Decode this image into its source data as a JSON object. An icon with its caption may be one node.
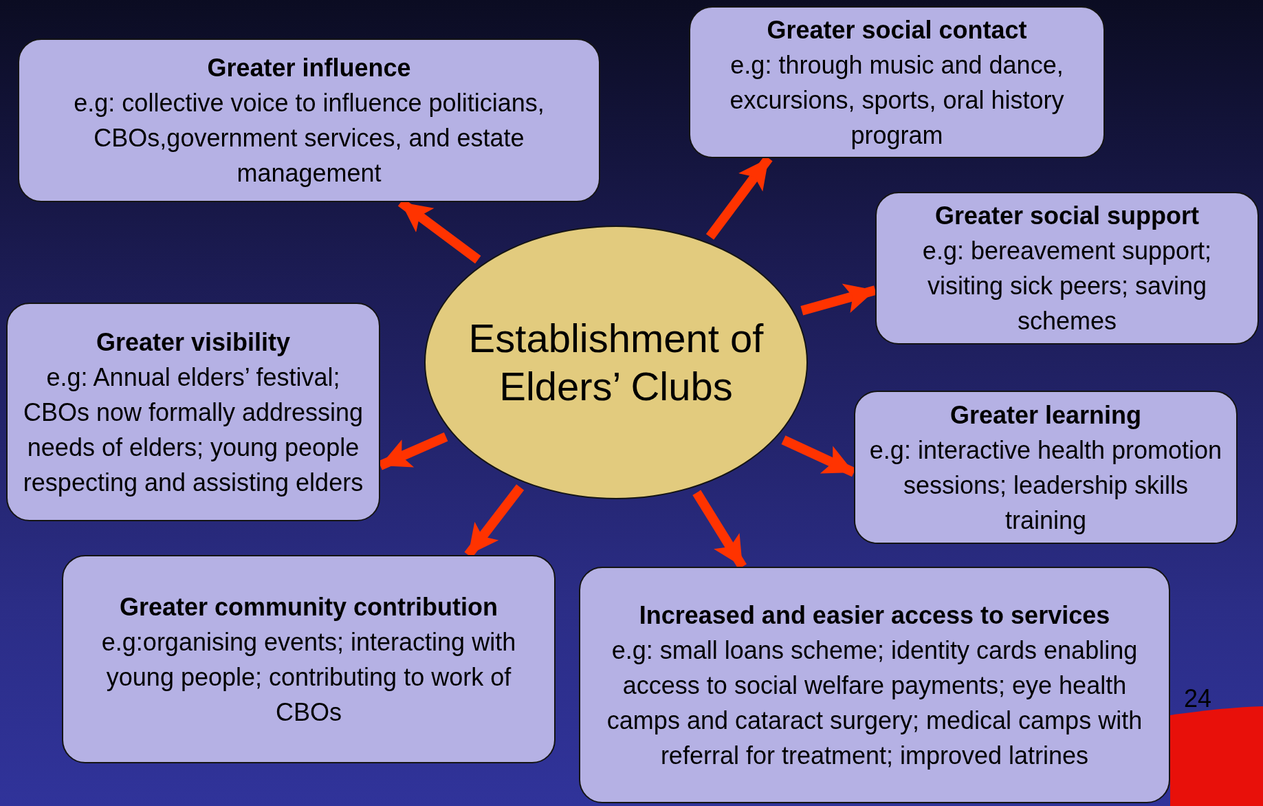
{
  "diagram": {
    "nodes": [
      {
        "text": [
          "Establishment of Elders’ Clubs"
        ]
      },
      {
        "text": [
          "Greater influence",
          "e.g: collective voice to influence politicians, CBOs,government services, and estate management"
        ]
      },
      {
        "text": [
          "Greater social contact",
          "e.g: through music and dance, excursions, sports, oral history program"
        ]
      },
      {
        "text": [
          "Greater social support",
          "e.g: bereavement support; visiting sick peers; saving schemes"
        ]
      },
      {
        "text": [
          "Greater visibility",
          "e.g: Annual elders’ festival; CBOs now formally addressing needs of elders; young people respecting and assisting elders"
        ]
      },
      {
        "text": [
          "Greater learning",
          "e.g: interactive health promotion sessions; leadership skills training"
        ]
      },
      {
        "text": [
          "Greater community contribution",
          "e.g:organising events; interacting with young people; contributing to work of CBOs"
        ]
      },
      {
        "text": [
          "Increased and easier access to services",
          "e.g: small loans scheme; identity cards enabling access to social welfare payments; eye health camps and cataract surgery; medical camps with referral for treatment; improved latrines"
        ]
      }
    ],
    "edges": [
      {
        "from": 0,
        "to": 1,
        "arrow": "to"
      },
      {
        "from": 0,
        "to": 2,
        "arrow": "to"
      },
      {
        "from": 0,
        "to": 3,
        "arrow": "to"
      },
      {
        "from": 0,
        "to": 4,
        "arrow": "to"
      },
      {
        "from": 0,
        "to": 5,
        "arrow": "to"
      },
      {
        "from": 0,
        "to": 6,
        "arrow": "to"
      },
      {
        "from": 0,
        "to": 7,
        "arrow": "to"
      }
    ],
    "labels": [
      "24"
    ]
  }
}
